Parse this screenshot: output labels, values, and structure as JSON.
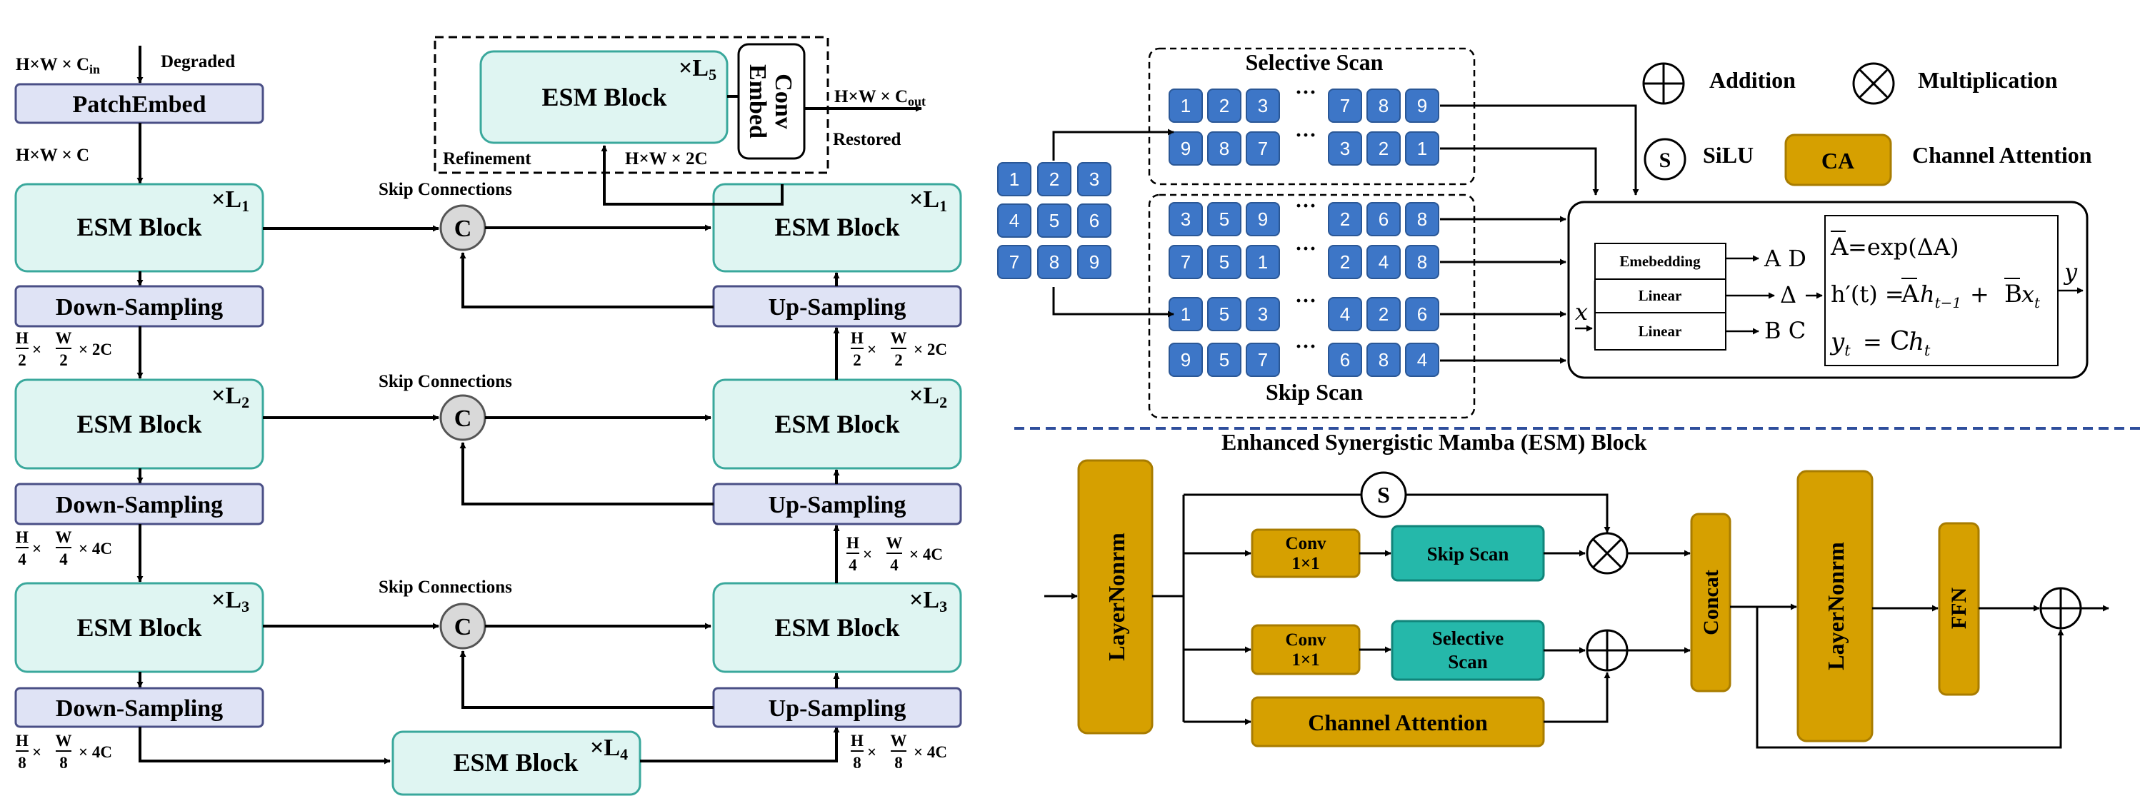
{
  "colors": {
    "esm_fill": "#dff5f2",
    "esm_stroke": "#3aa89c",
    "sample_fill": "#dfe3f5",
    "sample_stroke": "#4a4f86",
    "gold_fill": "#d6a000",
    "gold_stroke": "#a87c00",
    "teal_fill": "#25b8aa",
    "teal_stroke": "#10857a",
    "token_fill": "#3d76c7",
    "token_stroke": "#2a5796",
    "divider": "#2f4e9c"
  },
  "left": {
    "input_label": "H×W × C",
    "input_sub": "in",
    "degraded": "Degraded",
    "patch_embed": "PatchEmbed",
    "embed_dim": "H×W × C",
    "esm_block": "ESM Block",
    "down_sampling": "Down-Sampling",
    "up_sampling": "Up-Sampling",
    "skip_connections": "Skip Connections",
    "concat_symbol": "C",
    "times": "×",
    "levels": [
      "L",
      "L",
      "L",
      "L",
      "L"
    ],
    "level_subs": [
      "1",
      "2",
      "3",
      "4",
      "5"
    ],
    "dim_2c": "× 2C",
    "dim_4c": "× 4C",
    "frac_h2": [
      "H",
      "2"
    ],
    "frac_w2": [
      "W",
      "2"
    ],
    "frac_h4": [
      "H",
      "4"
    ],
    "frac_w4": [
      "W",
      "4"
    ],
    "frac_h8": [
      "H",
      "8"
    ],
    "frac_w8": [
      "W",
      "8"
    ],
    "refinement": "Refinement",
    "refine_dim": "H×W × 2C",
    "conv_embed": [
      "Conv",
      "Embed"
    ],
    "output_label": "H×W × C",
    "output_sub": "out",
    "restored": "Restored"
  },
  "scan": {
    "selective_title": "Selective  Scan",
    "skip_title": "Skip Scan",
    "ellipsis": "···",
    "grid": [
      "1",
      "2",
      "3",
      "4",
      "5",
      "6",
      "7",
      "8",
      "9"
    ],
    "selective_rows": [
      [
        "1",
        "2",
        "3",
        "7",
        "8",
        "9"
      ],
      [
        "9",
        "8",
        "7",
        "3",
        "2",
        "1"
      ]
    ],
    "skip_rows": [
      [
        "3",
        "5",
        "9",
        "2",
        "6",
        "8"
      ],
      [
        "7",
        "5",
        "1",
        "2",
        "4",
        "8"
      ],
      [
        "1",
        "5",
        "3",
        "4",
        "2",
        "6"
      ],
      [
        "9",
        "5",
        "7",
        "6",
        "8",
        "4"
      ]
    ]
  },
  "legend": {
    "addition": "Addition",
    "multiplication": "Multiplication",
    "silu_symbol": "S",
    "silu": "SiLU",
    "ca_box": "CA",
    "channel_attention": "Channel Attention"
  },
  "ssm": {
    "embedding": "Emebedding",
    "linear1": "Linear",
    "linear2": "Linear",
    "out_ad": "A  D",
    "out_delta": "Δ",
    "out_bc": "B  C",
    "x": "x",
    "y": "y",
    "eq1": "=exp(ΔA)",
    "eq2_a": "h′(t) =",
    "eq2_b": "h",
    "eq2_c": "t−1",
    "eq2_d": " + ",
    "eq2_e": "x",
    "eq2_f": "t",
    "eq3_a": "y",
    "eq3_b": "t",
    "eq3_c": " =",
    "eq3_d": "C",
    "eq3_e": "h",
    "eq3_f": "t",
    "bar_a": "A",
    "bar_b": "B"
  },
  "block": {
    "title": "Enhanced Synergistic Mamba (ESM) Block",
    "layernorm1": "LayerNonrm",
    "layernorm2": "LayerNonrm",
    "conv1": [
      "Conv",
      "1×1"
    ],
    "conv2": [
      "Conv",
      "1×1"
    ],
    "skip_scan": "Skip Scan",
    "selective_scan": [
      "Selective",
      "Scan"
    ],
    "channel_attention": "Channel Attention",
    "concat": "Concat",
    "ffn": "FFN",
    "silu_symbol": "S"
  }
}
